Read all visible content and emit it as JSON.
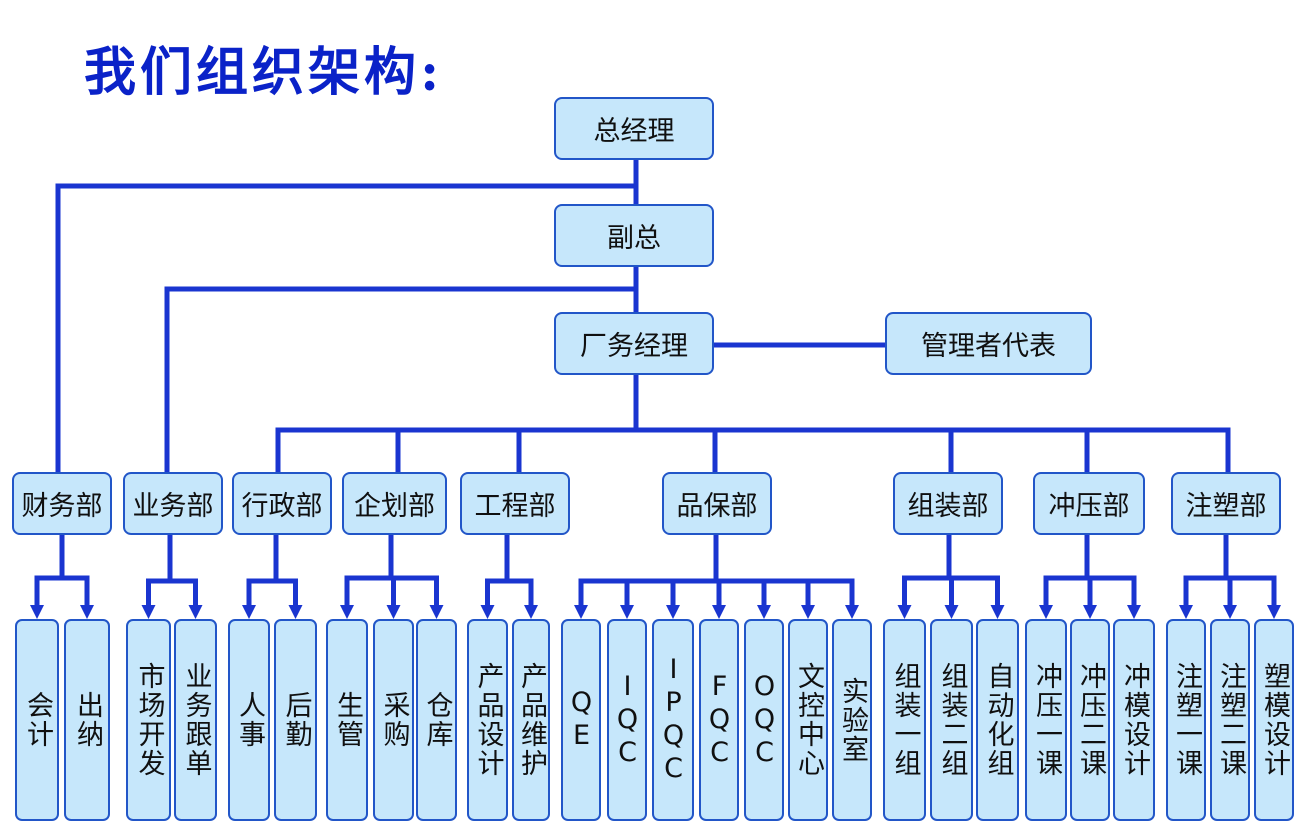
{
  "title": "我们组织架构:",
  "colors": {
    "line": "#1a35d0",
    "box_fill": "#c6e7fb",
    "box_border": "#2256c8",
    "title": "#0a22c8"
  },
  "top": {
    "gm": "总经理",
    "vp": "副总",
    "fm": "厂务经理",
    "rep": "管理者代表"
  },
  "departments": [
    {
      "name": "财务部",
      "units": [
        "会计",
        "出纳"
      ]
    },
    {
      "name": "业务部",
      "units": [
        "市场开发",
        "业务跟单"
      ]
    },
    {
      "name": "行政部",
      "units": [
        "人事",
        "后勤"
      ]
    },
    {
      "name": "企划部",
      "units": [
        "生管",
        "采购",
        "仓库"
      ]
    },
    {
      "name": "工程部",
      "units": [
        "产品设计",
        "产品维护"
      ]
    },
    {
      "name": "品保部",
      "units": [
        "QE",
        "IQC",
        "IPQC",
        "FQC",
        "OQC",
        "文控中心",
        "实验室"
      ]
    },
    {
      "name": "组装部",
      "units": [
        "组装一组",
        "组装二组",
        "自动化组"
      ]
    },
    {
      "name": "冲压部",
      "units": [
        "冲压一课",
        "冲压二课",
        "冲模设计"
      ]
    },
    {
      "name": "注塑部",
      "units": [
        "注塑一课",
        "注塑二课",
        "塑模设计"
      ]
    }
  ]
}
